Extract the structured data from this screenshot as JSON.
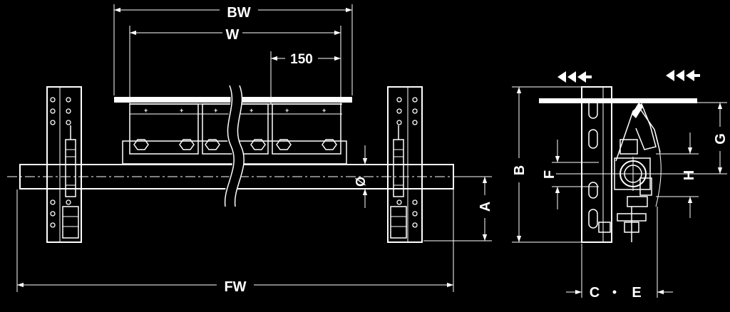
{
  "labels": {
    "bw": "BW",
    "w": "W",
    "pitch": "150",
    "fw": "FW",
    "diameter": "Ø",
    "a": "A",
    "b": "B",
    "c": "C",
    "e": "E",
    "f": "F",
    "g": "G",
    "h": "H"
  },
  "colors": {
    "background": "#000000",
    "line": "#ffffff"
  },
  "icons": {
    "direction_left": "triple-chevron-left-icon",
    "direction_right": "triple-chevron-left-icon"
  }
}
